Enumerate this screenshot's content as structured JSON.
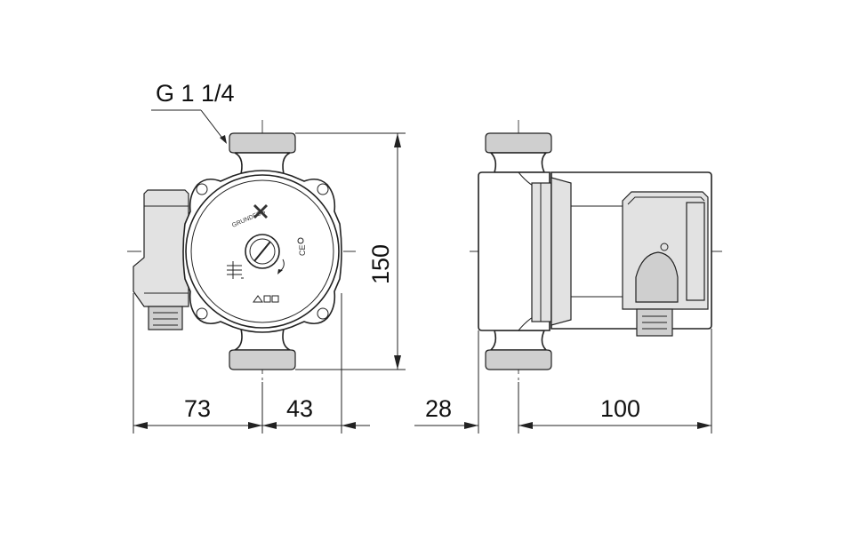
{
  "drawing": {
    "thread_label": "G 1 1/4",
    "brand_mark": "GRUNDFOS",
    "ce_mark": "CE",
    "dimensions": {
      "left_width": "73",
      "right_offset": "43",
      "height": "150",
      "side_offset": "28",
      "side_length": "100"
    }
  }
}
